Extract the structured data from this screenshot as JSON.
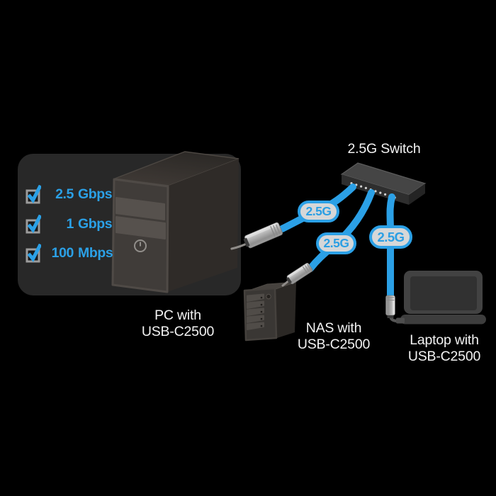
{
  "colors": {
    "background": "#000000",
    "accent_blue": "#2ba0e6",
    "badge_fill": "#d6d7d8",
    "panel_background": "#282828",
    "label_text": "#f3f3f3"
  },
  "speed_panel": {
    "items": [
      {
        "checked": true,
        "value": "2.5",
        "unit": "Gbps"
      },
      {
        "checked": true,
        "value": "1",
        "unit": "Gbps"
      },
      {
        "checked": true,
        "value": "100",
        "unit": "Mbps"
      }
    ]
  },
  "devices": {
    "switch": {
      "label": "2.5G Switch"
    },
    "pc": {
      "label_line1": "PC with",
      "label_line2": "USB-C2500"
    },
    "nas": {
      "label_line1": "NAS with",
      "label_line2": "USB-C2500"
    },
    "laptop": {
      "label_line1": "Laptop with",
      "label_line2": "USB-C2500"
    }
  },
  "links": [
    {
      "id": "pc-to-switch",
      "label": "2.5G"
    },
    {
      "id": "switch-to-nas",
      "label": "2.5G"
    },
    {
      "id": "switch-to-laptop",
      "label": "2.5G"
    }
  ]
}
